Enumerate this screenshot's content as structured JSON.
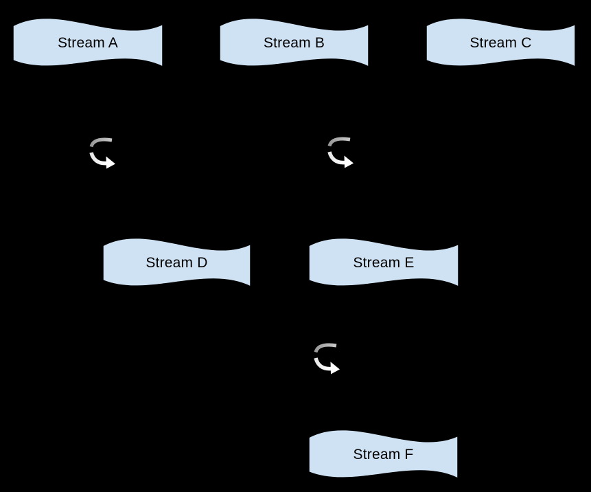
{
  "diagram": {
    "nodes": [
      {
        "id": "stream-a",
        "label": "Stream A",
        "shape": "wave"
      },
      {
        "id": "stream-b",
        "label": "Stream B",
        "shape": "wave"
      },
      {
        "id": "stream-c",
        "label": "Stream C",
        "shape": "wave"
      },
      {
        "id": "stream-d",
        "label": "Stream D",
        "shape": "wave"
      },
      {
        "id": "stream-e",
        "label": "Stream E",
        "shape": "wave"
      },
      {
        "id": "stream-f",
        "label": "Stream F",
        "shape": "wave"
      }
    ],
    "loops": [
      {
        "id": "loop-1",
        "icon": "loop-arrow-icon",
        "between": [
          "stream-a",
          "stream-d"
        ]
      },
      {
        "id": "loop-2",
        "icon": "loop-arrow-icon",
        "between": [
          "stream-b",
          "stream-e"
        ]
      },
      {
        "id": "loop-3",
        "icon": "loop-arrow-icon",
        "between": [
          "stream-e",
          "stream-f"
        ]
      }
    ]
  },
  "colors": {
    "canvas_bg": "#000000",
    "node_fill": "#cfe2f3",
    "node_stroke": "#000000",
    "label_color": "#000000",
    "loop_dark": "#999999",
    "loop_mid": "#c9c9c9",
    "loop_light_start": "#e8e8e8",
    "loop_light": "#ffffff"
  }
}
